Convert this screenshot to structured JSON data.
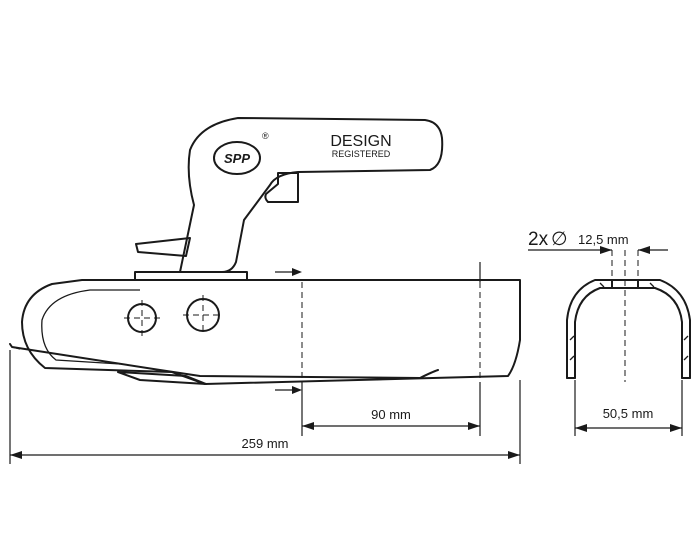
{
  "handle": {
    "logo": "SPP",
    "registered_mark": "®",
    "design_label": "DESIGN",
    "registered_label": "REGISTERED"
  },
  "dimensions": {
    "overall_length": "259 mm",
    "hole_spacing": "90 mm",
    "hole_count_prefix": "2x",
    "hole_diameter_symbol": "∅",
    "hole_diameter": "12,5 mm",
    "profile_width": "50,5 mm"
  }
}
